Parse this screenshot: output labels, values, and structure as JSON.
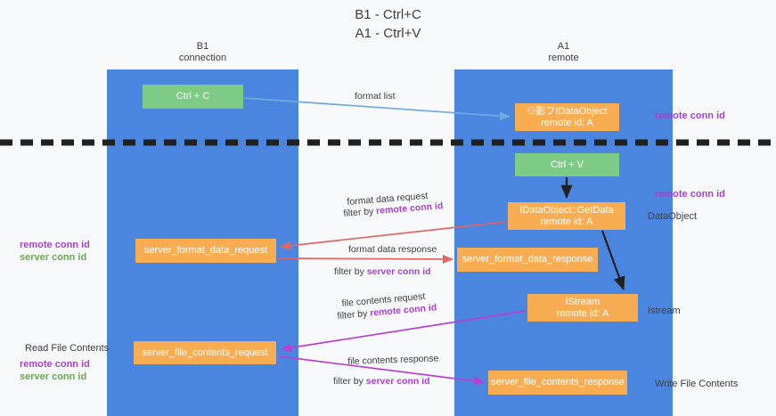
{
  "title": "B1 - Ctrl+C\nA1 - Ctrl+V",
  "title_line1": "B1 - Ctrl+C",
  "title_line2": "A1 - Ctrl+V",
  "colors": {
    "lane": "#4a86e0",
    "node_green": "#7ecb85",
    "node_orange": "#f9ad53",
    "accent_purple": "#a83fd0",
    "accent_green": "#6aa84f",
    "arrow_blue": "#6fa8dc",
    "arrow_red": "#e06666",
    "arrow_magenta": "#b83fd0",
    "arrow_black": "#202020",
    "background": "#f8f9fa",
    "text": "#3c4043"
  },
  "lanes": [
    {
      "id": "b1",
      "line1": "B1",
      "line2": "connection"
    },
    {
      "id": "a1",
      "line1": "A1",
      "line2": "remote"
    }
  ],
  "nodes": [
    {
      "id": "ctrl_c",
      "line1": "Ctrl + C",
      "line2": "",
      "style": "green"
    },
    {
      "id": "idataobject",
      "line1": "⚇影フIDataObject",
      "line2": "remote id: A",
      "style": "orange"
    },
    {
      "id": "ctrl_v",
      "line1": "Ctrl + V",
      "line2": "",
      "style": "green"
    },
    {
      "id": "getdata",
      "line1": "IDataObject::GetData",
      "line2": "remote id: A",
      "style": "orange"
    },
    {
      "id": "server_format_data_request",
      "line1": "server_format_data_request",
      "line2": "",
      "style": "orange"
    },
    {
      "id": "server_format_data_response",
      "line1": "server_format_data_response",
      "line2": "",
      "style": "orange"
    },
    {
      "id": "istream",
      "line1": "IStream",
      "line2": "remote id: A",
      "style": "orange"
    },
    {
      "id": "server_file_contents_request",
      "line1": "server_file_contents_request",
      "line2": "",
      "style": "orange"
    },
    {
      "id": "server_file_contents_response",
      "line1": "server_file_contents_response",
      "line2": "",
      "style": "orange"
    }
  ],
  "arrow_labels": {
    "format_list": "format list",
    "format_data_request": "format data request",
    "format_data_request_filter_prefix": "filter by ",
    "format_data_request_filter_value": "remote conn id",
    "format_data_response": "format data response",
    "format_data_response_filter_prefix": "filter by ",
    "format_data_response_filter_value": "server conn id",
    "file_contents_request": "file contents request",
    "file_contents_request_filter_prefix": "filter by ",
    "file_contents_request_filter_value": "remote conn id",
    "file_contents_response": "file contents response",
    "file_contents_response_filter_prefix": "filter by ",
    "file_contents_response_filter_value": "server conn id"
  },
  "side_labels": {
    "right_remote_conn_id_top": "remote conn id",
    "right_remote_conn_id_mid": "remote conn id",
    "right_dataobject": "DataObject",
    "right_istream": "Istream",
    "right_write_file_contents": "Write File Contents",
    "left_remote_conn_id_mid": "remote conn id",
    "left_server_conn_id_mid": "server conn id",
    "left_read_file_contents": "Read File Contents",
    "left_remote_conn_id_bottom": "remote conn id",
    "left_server_conn_id_bottom": "server conn id"
  }
}
